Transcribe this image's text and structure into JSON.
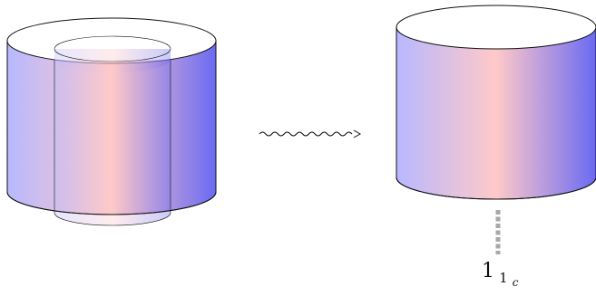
{
  "colors": {
    "side_left": "#b8b8ff",
    "side_mid": "#ffc9c9",
    "side_right": "#6a6af2",
    "outline": "#111111",
    "top_fill": "#ffffff",
    "dotted": "#a8a8a8"
  },
  "label": {
    "base": "1",
    "sub": "1",
    "subsub": "c"
  }
}
